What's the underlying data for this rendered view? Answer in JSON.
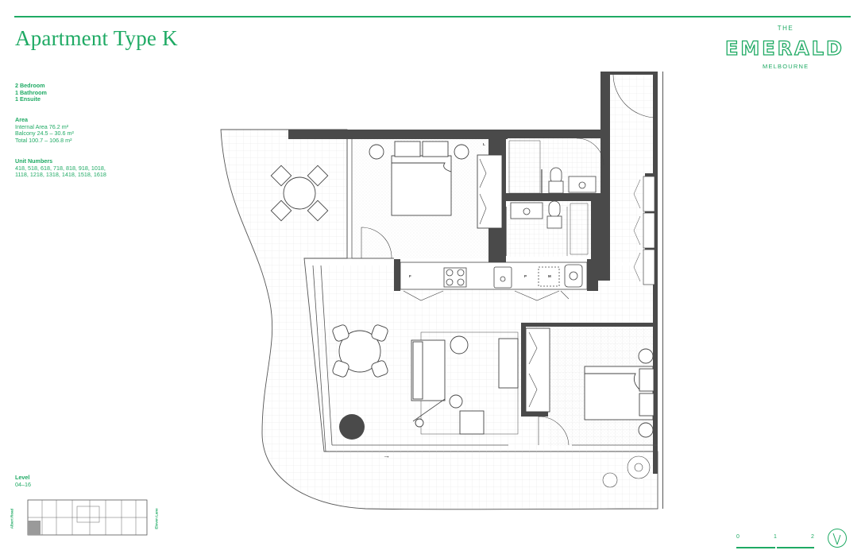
{
  "title": "Apartment Type K",
  "rooms": {
    "bedrooms": "2 Bedroom",
    "bathrooms": "1 Bathroom",
    "ensuite": "1 Ensuite"
  },
  "area": {
    "heading": "Area",
    "internal": "Internal Area 76.2 m²",
    "balcony": "Balcony 24.5 – 30.6 m²",
    "total": "Total 100.7 – 106.8 m²"
  },
  "units": {
    "heading": "Unit Numbers",
    "line1": "418, 518, 618, 718, 818, 918, 1018,",
    "line2": "1118, 1218, 1318, 1418, 1518, 1618"
  },
  "logo": {
    "the": "THE",
    "name": "EMERALD",
    "city": "MELBOURNE"
  },
  "level": {
    "heading": "Level",
    "value": "04–16"
  },
  "keyplan": {
    "road_left": "Albert Road",
    "road_right": "Eleven Lane"
  },
  "scale": {
    "labels": [
      "0",
      "1",
      "2"
    ]
  },
  "fixtures": {
    "fridge": "F",
    "pantry": "P",
    "microwave": "M",
    "linen": "L"
  },
  "colors": {
    "accent": "#1faa64",
    "wall": "#4a4a4a",
    "line": "#555555"
  },
  "icons": {
    "north": "north-arrow-icon",
    "balcony_door": "arrow-right-icon"
  }
}
